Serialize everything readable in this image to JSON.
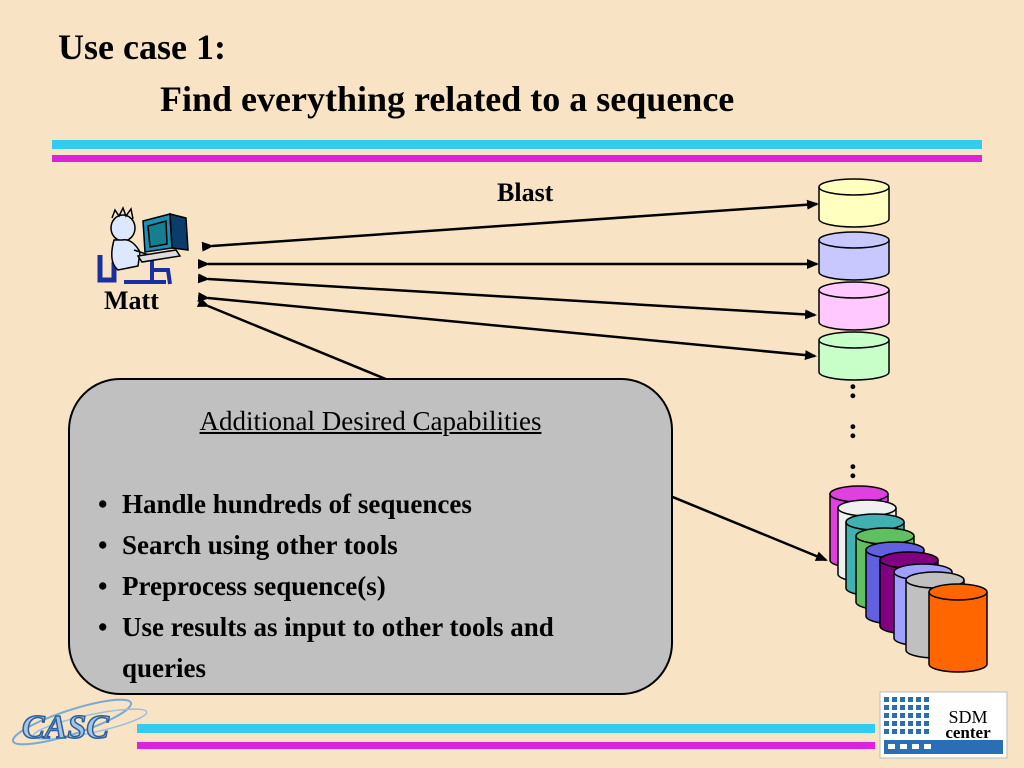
{
  "slide": {
    "title_line1": "Use case 1:",
    "title_line2": "Find everything related to a sequence"
  },
  "diagram": {
    "user_label": "Matt",
    "tool_label": "Blast",
    "ellipsis": ":",
    "database_colors_top": [
      "#ffffc0",
      "#c8c8ff",
      "#ffc8ff",
      "#c8ffc8"
    ],
    "database_colors_stack": [
      "#e040e0",
      "#f0f0f0",
      "#40b0b0",
      "#60c060",
      "#6060e0",
      "#800080",
      "#a0a0ff",
      "#c0c0c0",
      "#ff6600"
    ]
  },
  "capabilities": {
    "heading": "Additional Desired Capabilities",
    "items": [
      "Handle hundreds of sequences",
      "Search using other tools",
      "Preprocess sequence(s)",
      "Use results as input to other tools and queries"
    ]
  },
  "footer": {
    "left_logo_text": "CASC",
    "right_logo_line1": "SDM",
    "right_logo_line2": "center"
  },
  "colors": {
    "background": "#f8e4c4",
    "accent_cyan": "#33ccee",
    "accent_magenta": "#dd22dd",
    "box_fill": "#c0c0c0"
  }
}
